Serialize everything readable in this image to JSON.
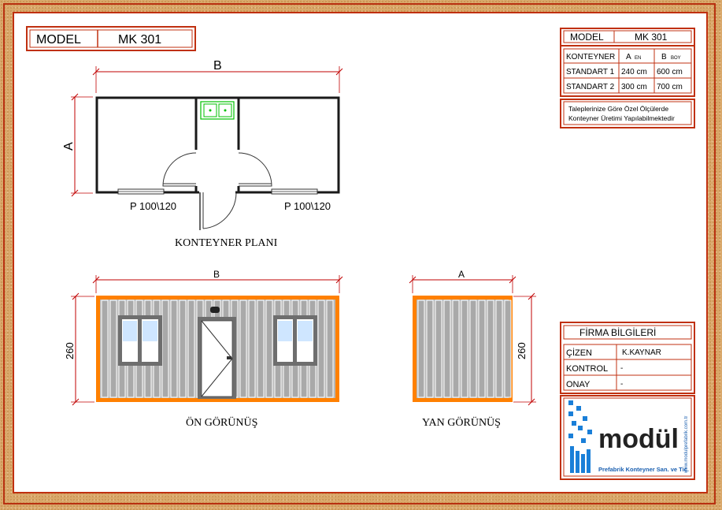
{
  "title_block": {
    "model_label": "MODEL",
    "model_value": "MK 301"
  },
  "info_table": {
    "model_label": "MODEL",
    "model_value": "MK 301",
    "header": {
      "konteyner": "KONTEYNER",
      "a": "A",
      "a_sub": "EN",
      "b": "B",
      "b_sub": "BOY"
    },
    "rows": [
      {
        "name": "STANDART 1",
        "a": "240 cm",
        "b": "600 cm"
      },
      {
        "name": "STANDART 2",
        "a": "300 cm",
        "b": "700 cm"
      }
    ],
    "note_line1": "Taleplerinize Göre Özel Ölçülerde",
    "note_line2": "Konteyner Üretimi Yapılabilmektedir"
  },
  "firm_info": {
    "title": "FİRMA BİLGİLERİ",
    "rows": [
      {
        "label": "ÇİZEN",
        "value": "K.KAYNAR"
      },
      {
        "label": "KONTROL",
        "value": "-"
      },
      {
        "label": "ONAY",
        "value": "-"
      }
    ]
  },
  "logo": {
    "name": "modül",
    "subtitle": "Prefabrik Konteyner San. ve Tic.",
    "url": "www.modulprefabrik.com.tr",
    "brand_color": "#1a7fd8"
  },
  "plan": {
    "dim_b": "B",
    "dim_a": "A",
    "window_left": "P 100\\120",
    "window_right": "P 100\\120",
    "caption": "KONTEYNER PLANI"
  },
  "front": {
    "dim_b": "B",
    "height": "260",
    "caption": "ÖN  GÖRÜNÜŞ"
  },
  "side": {
    "dim_a": "A",
    "height": "260",
    "caption": "YAN  GÖRÜNÜŞ"
  },
  "colors": {
    "border_red": "#c03010",
    "frame_orange": "#ff8000",
    "panel_gray": "#a8a8a8",
    "sink_green": "#00c000"
  }
}
